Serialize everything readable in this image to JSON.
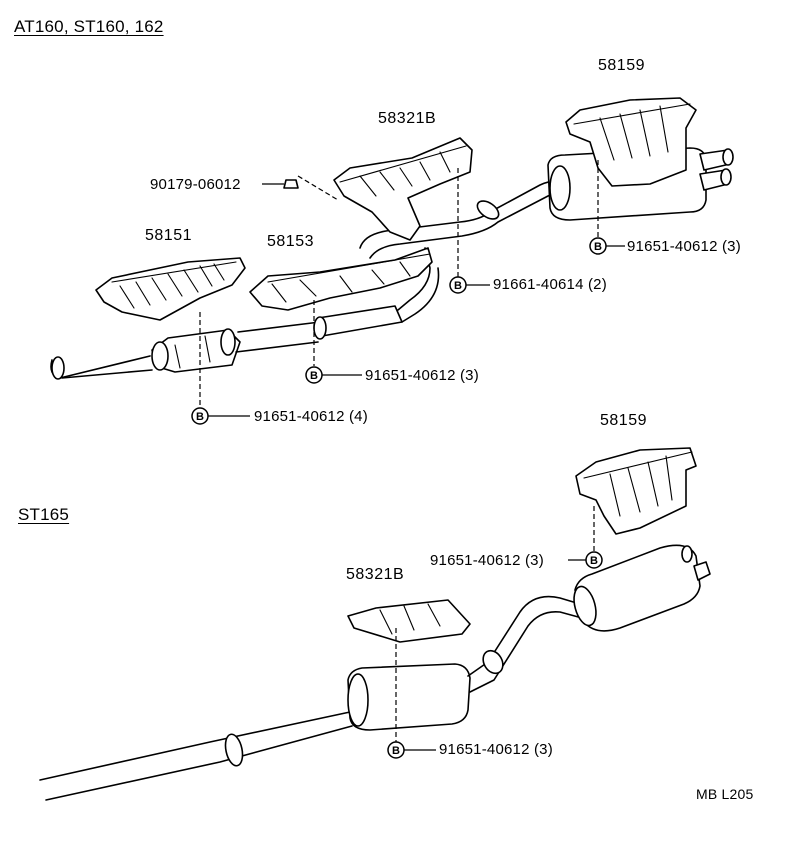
{
  "sections": {
    "top_title": "AT160, ST160, 162",
    "bottom_title": "ST165"
  },
  "parts": {
    "p58159_top": "58159",
    "p58321b_top": "58321B",
    "p58151": "58151",
    "p58153": "58153",
    "clip_90179": "90179-06012",
    "p58159_bottom": "58159",
    "p58321b_bottom": "58321B"
  },
  "bolts": {
    "symbol": "B",
    "b1": "91651-40612 (3)",
    "b2": "91661-40614 (2)",
    "b3": "91651-40612 (3)",
    "b4": "91651-40612 (4)",
    "b5": "91651-40612 (3)",
    "b6": "91651-40612 (3)"
  },
  "figure_code": "MB L205"
}
